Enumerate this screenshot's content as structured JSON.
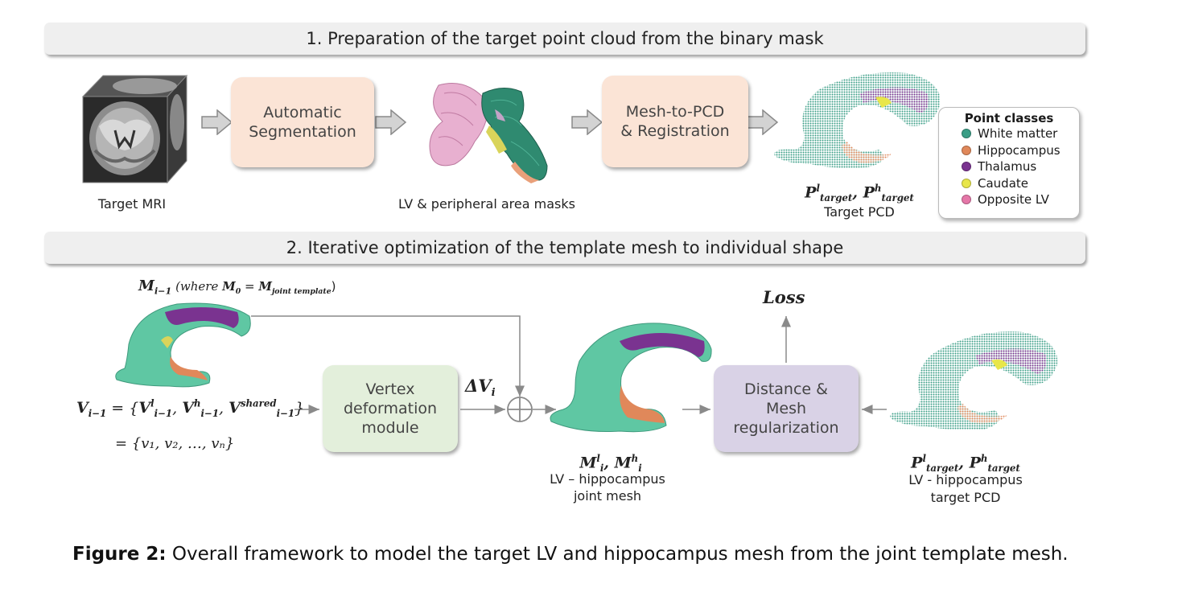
{
  "section1": {
    "title": "1. Preparation of the target point cloud from the binary mask"
  },
  "section2": {
    "title": "2. Iterative optimization of  the template mesh to individual shape"
  },
  "boxes": {
    "auto_seg": "Automatic\nSegmentation",
    "mesh_pcd": "Mesh-to-PCD\n& Registration",
    "vertex": "Vertex\ndeformation\nmodule",
    "distance": "Distance &\nMesh\nregularization"
  },
  "labels": {
    "target_mri": "Target MRI",
    "masks": "LV & peripheral area masks",
    "target_pcd": "Target PCD",
    "joint_mesh_line1": "LV – hippocampus",
    "joint_mesh_line2": "joint mesh",
    "target_pcd2_line1": "LV - hippocampus",
    "target_pcd2_line2": "target PCD",
    "loss": "Loss"
  },
  "math": {
    "m_prev_main": "M",
    "m_prev_sub": "i−1",
    "where_text": "(where ",
    "m0": "M",
    "m0_sub": "0",
    "eq": " = ",
    "mjoint": "M",
    "mjoint_sub": "joint template",
    "close": ")",
    "v_prev": "V",
    "v_prev_sub": "i−1",
    "v_set_open": " = {",
    "vl": "V",
    "vl_sup": "l",
    "vl_sub": "i−1",
    "vh": "V",
    "vh_sup": "h",
    "vh_sub": "i−1",
    "vs": "V",
    "vs_sup": "shared",
    "vs_sub": "i−1",
    "comma": ", ",
    "v_set_close": "}",
    "v_elems": "= {v₁, v₂, …, vₙ}",
    "delta": "ΔV",
    "delta_sub": "i",
    "mi_l": "M",
    "mi_l_sup": "l",
    "mi_l_sub": "i",
    "mi_h": "M",
    "mi_h_sup": "h",
    "mi_h_sub": "i",
    "p": "P",
    "p_l_sup": "l",
    "p_h_sup": "h",
    "p_sub": "target"
  },
  "legend": {
    "title": "Point classes",
    "items": [
      {
        "label": "White matter",
        "color": "#3a9e86"
      },
      {
        "label": "Hippocampus",
        "color": "#e0885a"
      },
      {
        "label": "Thalamus",
        "color": "#7a3390"
      },
      {
        "label": "Caudate",
        "color": "#e8e64a"
      },
      {
        "label": "Opposite LV",
        "color": "#e577a8"
      }
    ]
  },
  "caption": {
    "prefix": "Figure 2:",
    "text": " Overall framework to model the target LV and hippocampus mesh from the joint template mesh."
  }
}
